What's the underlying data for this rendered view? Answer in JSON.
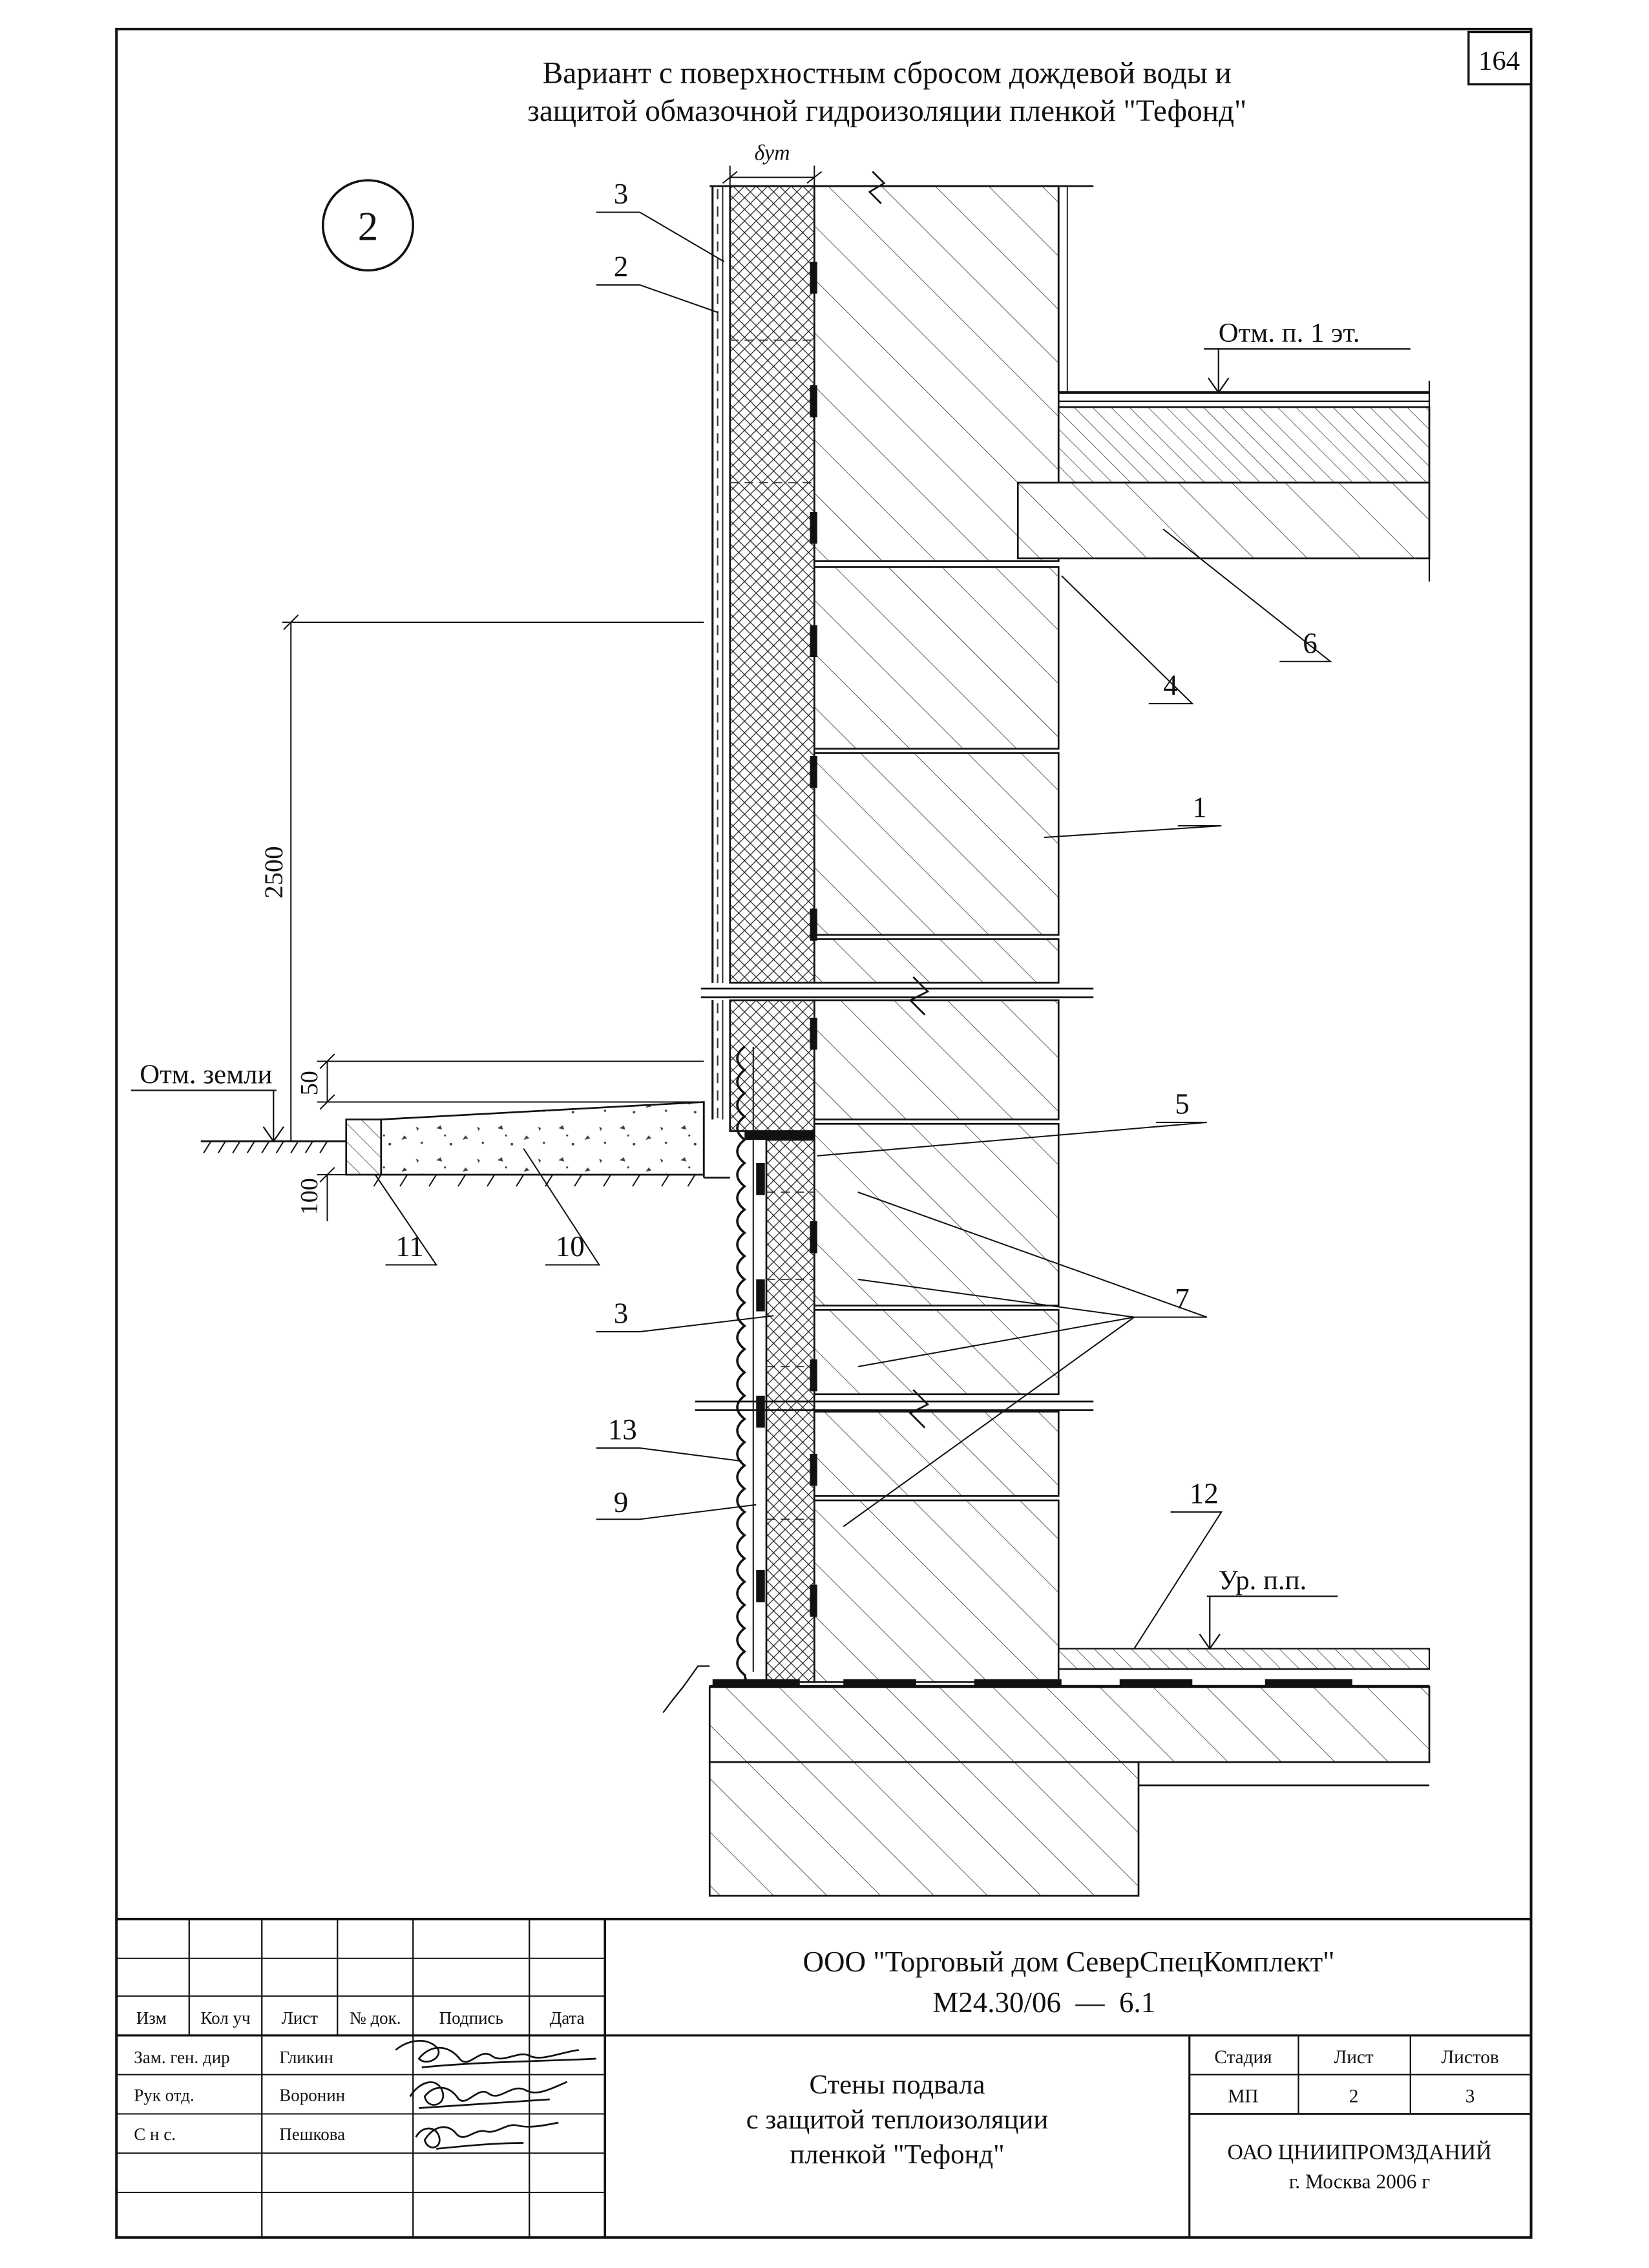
{
  "sheet": {
    "number": "164"
  },
  "title": {
    "line1": "Вариант с поверхностным сбросом дождевой воды и",
    "line2": "защитой обмазочной гидроизоляции пленкой \"Тефонд\""
  },
  "detail_number": "2",
  "dimension_symbol": "δут",
  "labels": {
    "floor_mark": "Отм. п. 1 эт.",
    "ground_mark": "Отм. земли",
    "basement_floor_mark": "Ур. п.п."
  },
  "dimensions": {
    "height": "2500",
    "d50": "50",
    "d100": "100"
  },
  "callouts": {
    "c1": "1",
    "c2": "2",
    "c3": "3",
    "c3b": "3",
    "c4": "4",
    "c5": "5",
    "c6": "6",
    "c7": "7",
    "c9": "9",
    "c10": "10",
    "c11": "11",
    "c12": "12",
    "c13": "13"
  },
  "title_block": {
    "company": "ООО \"Торговый дом СеверСпецКомплект\"",
    "code": "М24.30/06  —  6.1",
    "headers": {
      "izm": "Изм",
      "kol": "Кол уч",
      "list": "Лист",
      "doc": "№ док.",
      "sign": "Подпись",
      "date": "Дата"
    },
    "people": [
      {
        "role": "Зам. ген. дир",
        "name": "Гликин"
      },
      {
        "role": "Рук отд.",
        "name": "Воронин"
      },
      {
        "role": "С н с.",
        "name": "Пешкова"
      }
    ],
    "description": [
      "Стены подвала",
      "с защитой теплоизоляции",
      "пленкой \"Тефонд\""
    ],
    "stage_header": "Стадия",
    "sheet_header": "Лист",
    "sheets_header": "Листов",
    "stage": "МП",
    "sheet": "2",
    "sheets": "3",
    "org": "ОАО ЦНИИПРОМЗДАНИЙ",
    "city_year": "г. Москва 2006 г"
  }
}
